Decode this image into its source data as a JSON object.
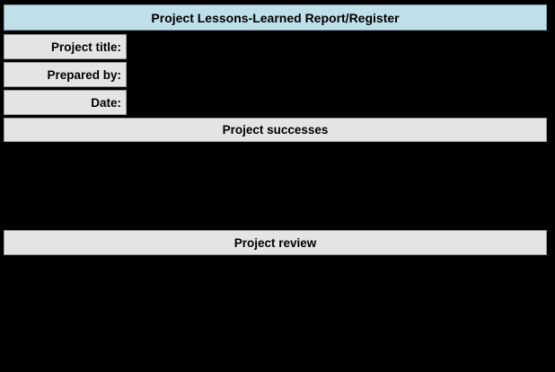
{
  "window": {
    "background": "#000000"
  },
  "report": {
    "title": "Project Lessons-Learned Report/Register",
    "colors": {
      "title_bg": "#BFDFE9",
      "header_bg": "#E4E4E4",
      "text": "#000000"
    },
    "fields": [
      {
        "label": "Project title:",
        "value": ""
      },
      {
        "label": "Prepared by:",
        "value": ""
      },
      {
        "label": "Date:",
        "value": ""
      }
    ],
    "sections": [
      {
        "heading": "Project successes",
        "content": ""
      },
      {
        "heading": "Project review",
        "content": ""
      }
    ]
  }
}
